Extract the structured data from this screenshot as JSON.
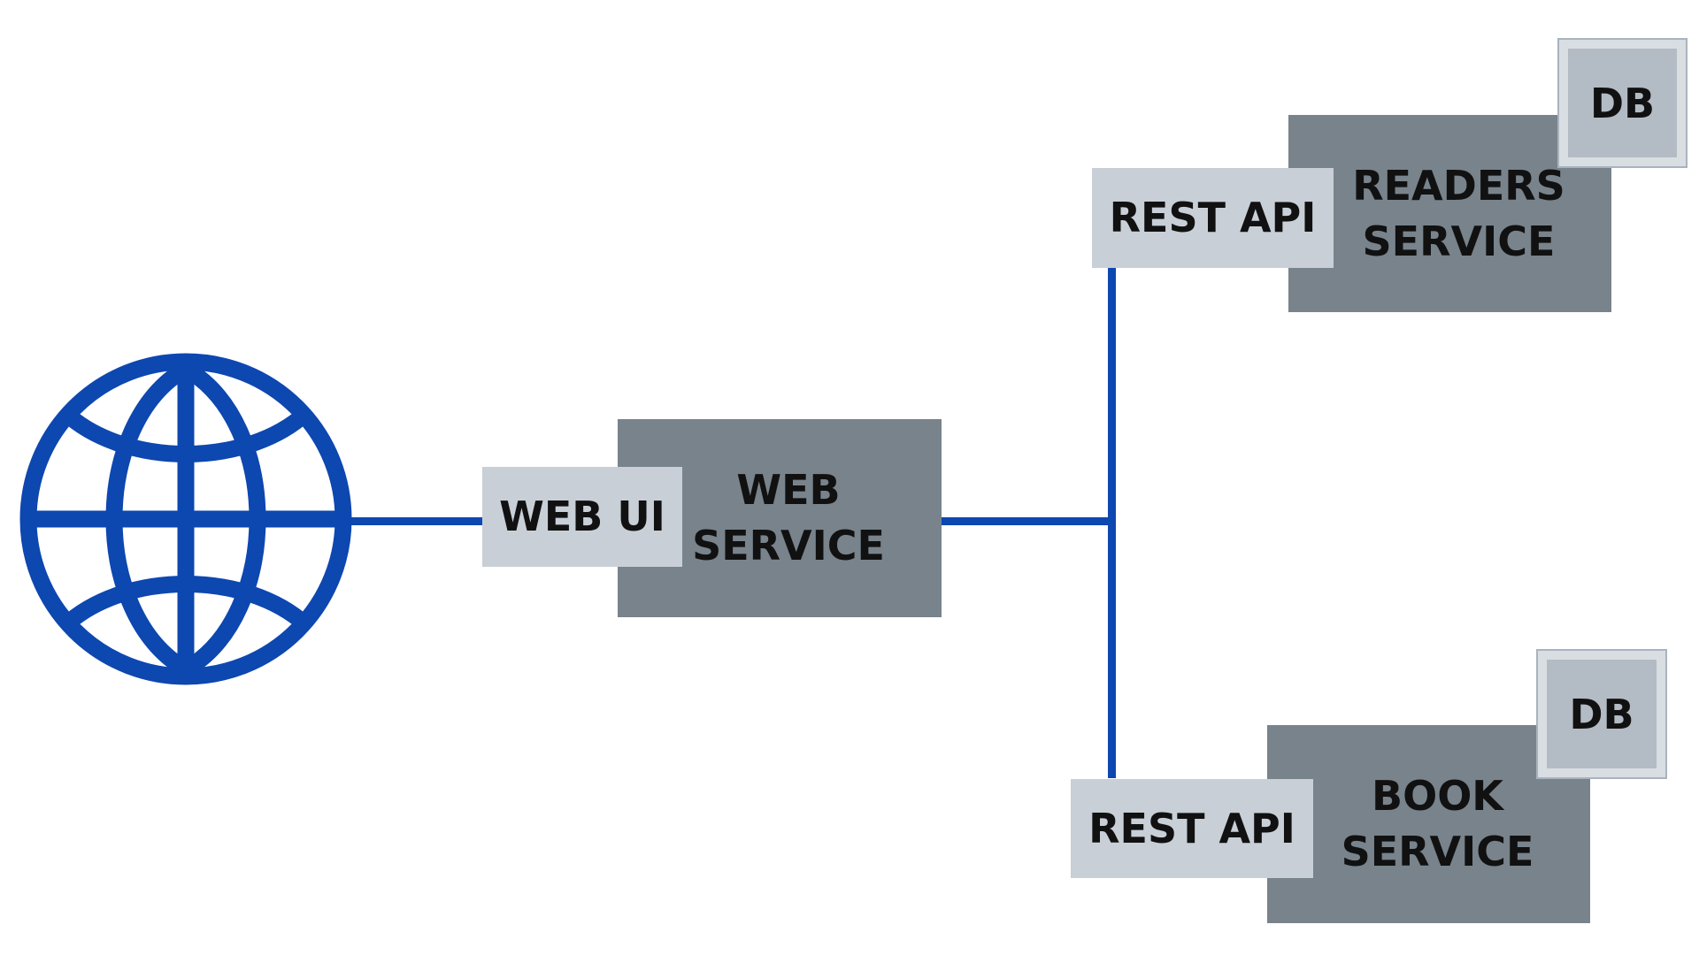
{
  "colors": {
    "connector": "#0d47b0",
    "service_fill": "#78838c",
    "api_fill": "#c8cfd7",
    "db_fill": "#b3bbc4",
    "db_border_fill": "#d9dee3"
  },
  "icons": {
    "globe": "globe-icon"
  },
  "web": {
    "ui_label": "WEB UI",
    "service_label": "WEB\nSERVICE"
  },
  "readers": {
    "api_label": "REST API",
    "service_label": "READERS\nSERVICE",
    "db_label": "DB"
  },
  "book": {
    "api_label": "REST API",
    "service_label": "BOOK\nSERVICE",
    "db_label": "DB"
  }
}
